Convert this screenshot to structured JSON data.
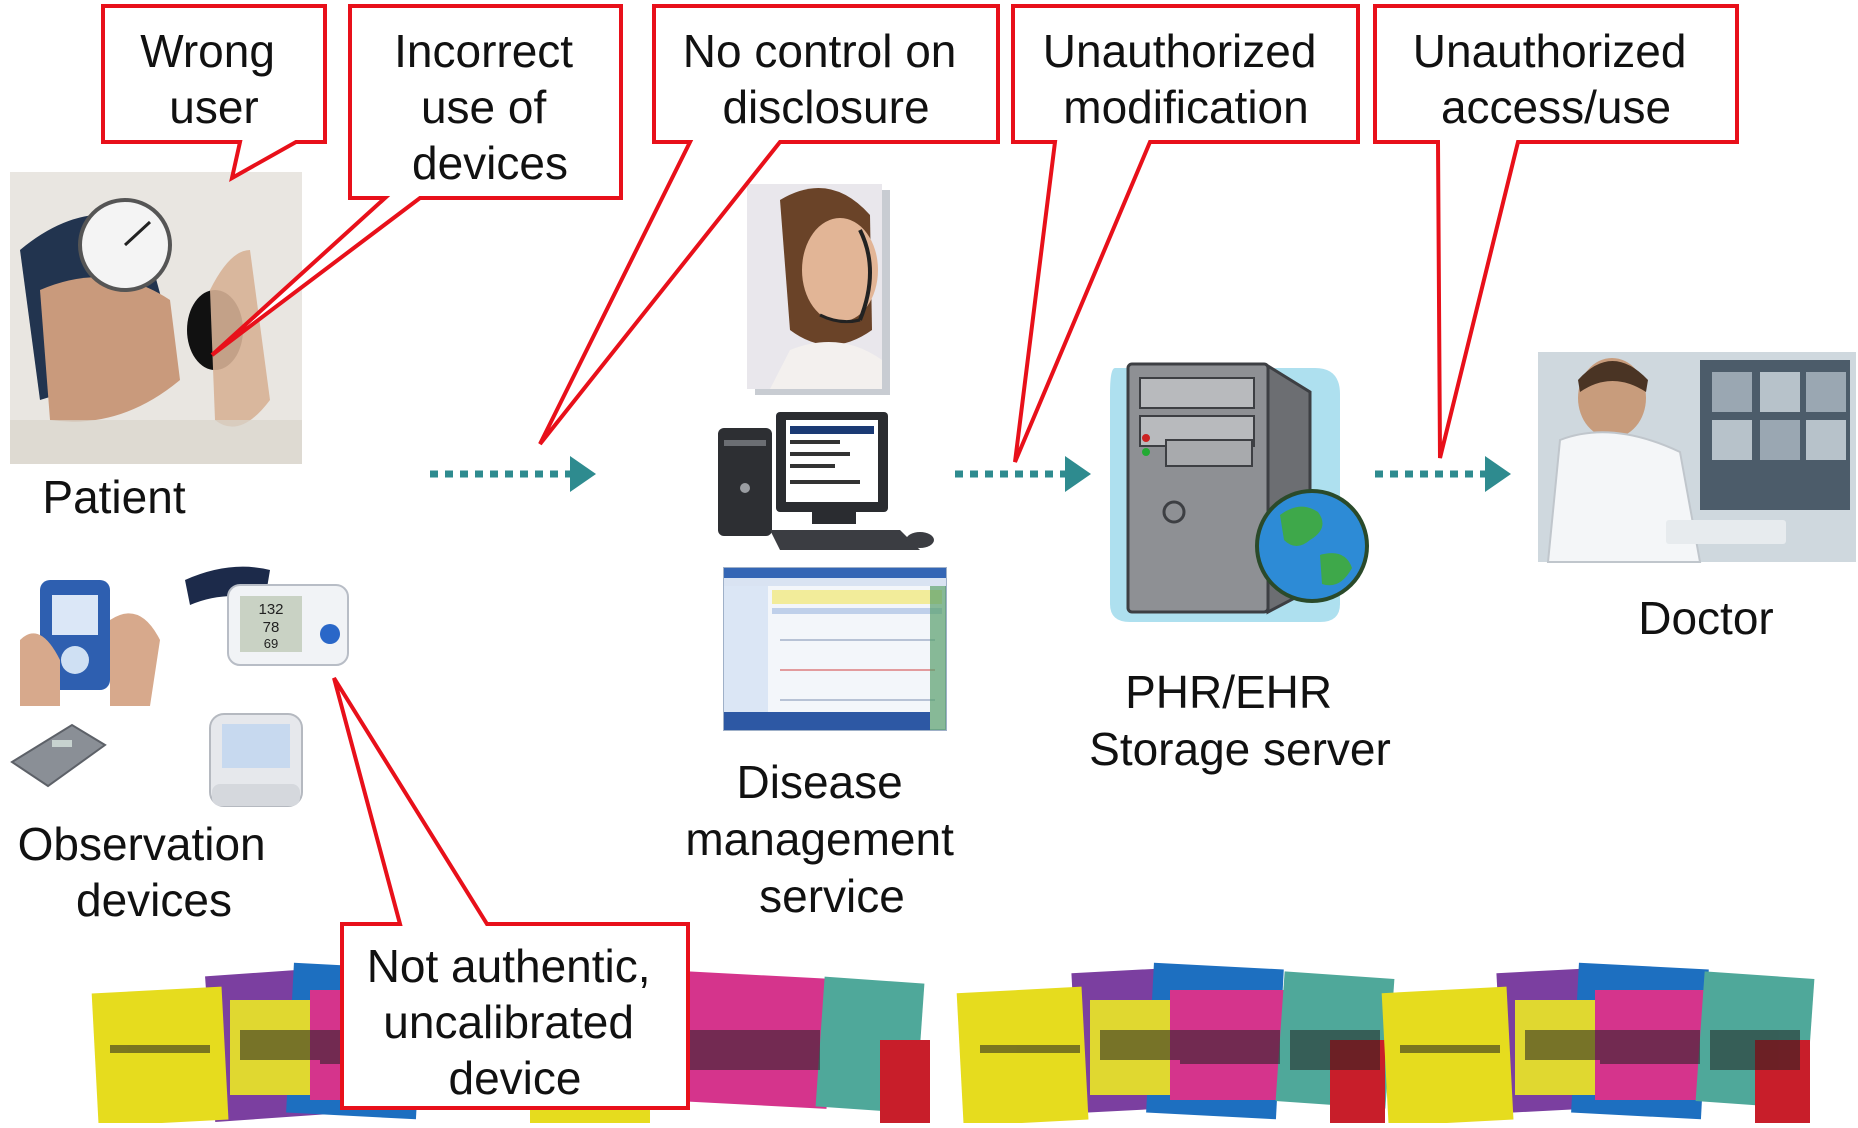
{
  "callouts": {
    "wrong_user": "Wrong\nuser",
    "incorrect_use": "Incorrect\nuse of\ndevices",
    "no_control": "No control on\ndisclosure",
    "unauth_mod": "Unauthorized\nmodification",
    "unauth_access": "Unauthorized\naccess/use",
    "not_authentic": "Not authentic,\nuncalibrated\ndevice"
  },
  "labels": {
    "patient": "Patient",
    "observation": "Observation\ndevices",
    "disease": "Disease\nmanagement\nservice",
    "server": "PHR/EHR\nStorage server",
    "doctor": "Doctor"
  },
  "devices": {
    "bp_systolic": "132",
    "bp_diastolic": "78",
    "bp_pulse": "69"
  },
  "colors": {
    "callout_border": "#e8101a",
    "arrow": "#2e8b8f",
    "banner_yellow": "#e6dc1e",
    "banner_purple": "#7b3fa0",
    "banner_blue": "#1d6fc0",
    "banner_magenta": "#d5348c",
    "banner_red": "#c81e2a",
    "banner_teal": "#4fa89a"
  }
}
